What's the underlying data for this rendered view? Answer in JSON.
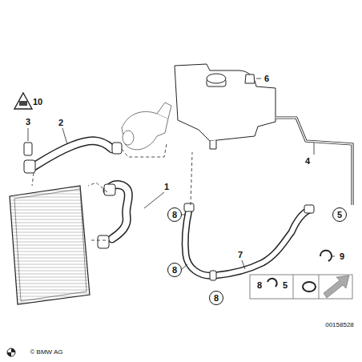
{
  "diagram": {
    "nodes": [
      {
        "text": [
          "8"
        ]
      },
      {
        "text": [
          "5"
        ]
      },
      {
        "text": [
          "8"
        ]
      },
      {
        "text": [
          "8"
        ]
      }
    ],
    "labels": [
      "10",
      "3",
      "2",
      "1",
      "6",
      "4",
      "9",
      "7",
      "8",
      "5",
      "© BMW AG",
      "00158528"
    ]
  }
}
